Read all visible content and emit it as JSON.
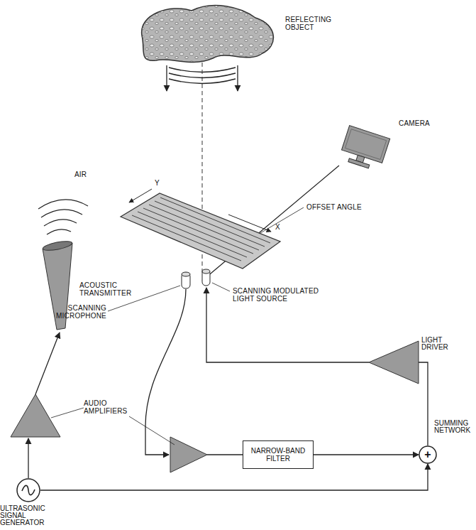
{
  "diagram": {
    "nodes": [
      {
        "text": [
          "NARROW-BAND FILTER"
        ]
      },
      {
        "text": [
          "+",
          "SUMMING NETWORK"
        ]
      },
      {
        "text": [
          "LIGHT DRIVER"
        ]
      },
      {
        "text": [
          "ULTRASONIC SIGNAL GENERATOR"
        ]
      }
    ],
    "edges": [
      {
        "from": 0,
        "to": 1,
        "arrow": "to"
      },
      {
        "from": 3,
        "to": 1,
        "arrow": "to"
      },
      {
        "from": 1,
        "to": 2,
        "arrow": "none"
      }
    ],
    "labels": [
      "REFLECTING OBJECT",
      "AIR",
      "CAMERA",
      "OFFSET ANGLE",
      "Y",
      "X",
      "ACOUSTIC TRANSMITTER",
      "SCANNING MODULATED LIGHT SOURCE",
      "SCANNING MICROPHONE",
      "AUDIO AMPLIFIERS"
    ]
  }
}
